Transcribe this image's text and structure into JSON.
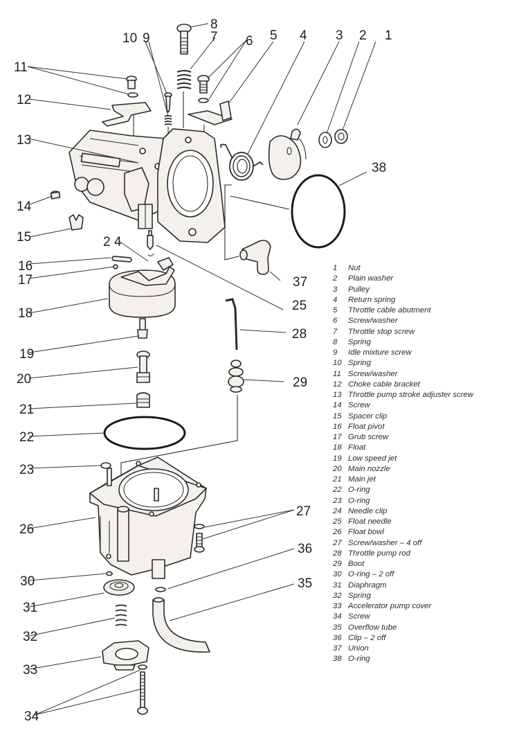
{
  "diagram": {
    "subject": "Carburettor exploded view",
    "colors": {
      "line": "#2a2a2a",
      "part_fill": "#f4f1ec",
      "background": "#ffffff"
    },
    "callouts": [
      {
        "id": "1",
        "text": "1"
      },
      {
        "id": "2",
        "text": "2"
      },
      {
        "id": "3",
        "text": "3"
      },
      {
        "id": "4",
        "text": "4"
      },
      {
        "id": "5",
        "text": "5"
      },
      {
        "id": "6",
        "text": "6"
      },
      {
        "id": "7",
        "text": "7"
      },
      {
        "id": "8",
        "text": "8"
      },
      {
        "id": "9",
        "text": "9"
      },
      {
        "id": "10",
        "text": "10"
      },
      {
        "id": "11",
        "text": "11"
      },
      {
        "id": "12",
        "text": "12"
      },
      {
        "id": "13",
        "text": "13"
      },
      {
        "id": "14",
        "text": "14"
      },
      {
        "id": "15",
        "text": "15"
      },
      {
        "id": "16",
        "text": "16"
      },
      {
        "id": "17",
        "text": "17"
      },
      {
        "id": "18",
        "text": "18"
      },
      {
        "id": "19",
        "text": "19"
      },
      {
        "id": "20",
        "text": "20"
      },
      {
        "id": "21",
        "text": "21"
      },
      {
        "id": "22",
        "text": "22"
      },
      {
        "id": "23",
        "text": "23"
      },
      {
        "id": "24",
        "text": "2 4"
      },
      {
        "id": "25",
        "text": "25"
      },
      {
        "id": "26",
        "text": "26"
      },
      {
        "id": "27",
        "text": "27"
      },
      {
        "id": "28",
        "text": "28"
      },
      {
        "id": "29",
        "text": "29"
      },
      {
        "id": "30",
        "text": "30"
      },
      {
        "id": "31",
        "text": "31"
      },
      {
        "id": "32",
        "text": "32"
      },
      {
        "id": "33",
        "text": "33"
      },
      {
        "id": "34",
        "text": "34"
      },
      {
        "id": "35",
        "text": "35"
      },
      {
        "id": "36",
        "text": "36"
      },
      {
        "id": "37",
        "text": "37"
      },
      {
        "id": "38",
        "text": "38"
      }
    ]
  },
  "legend": [
    {
      "num": "1",
      "label": "Nut"
    },
    {
      "num": "2",
      "label": "Plain washer"
    },
    {
      "num": "3",
      "label": "Pulley"
    },
    {
      "num": "4",
      "label": "Return spring"
    },
    {
      "num": "5",
      "label": "Throttle cable abutment"
    },
    {
      "num": "6",
      "label": "Screw/washer"
    },
    {
      "num": "7",
      "label": "Throttle stop screw"
    },
    {
      "num": "8",
      "label": "Spring"
    },
    {
      "num": "9",
      "label": "Idle mixture screw"
    },
    {
      "num": "10",
      "label": "Spring"
    },
    {
      "num": "11",
      "label": "Screw/washer"
    },
    {
      "num": "12",
      "label": "Choke cable bracket"
    },
    {
      "num": "13",
      "label": "Throttle pump stroke adjuster screw"
    },
    {
      "num": "14",
      "label": "Screw"
    },
    {
      "num": "15",
      "label": "Spacer clip"
    },
    {
      "num": "16",
      "label": "Float pivot"
    },
    {
      "num": "17",
      "label": "Grub screw"
    },
    {
      "num": "18",
      "label": "Float"
    },
    {
      "num": "19",
      "label": "Low speed jet"
    },
    {
      "num": "20",
      "label": "Main nozzle"
    },
    {
      "num": "21",
      "label": "Main jet"
    },
    {
      "num": "22",
      "label": "O-ring"
    },
    {
      "num": "23",
      "label": "O-ring"
    },
    {
      "num": "24",
      "label": "Needle clip"
    },
    {
      "num": "25",
      "label": "Float needle"
    },
    {
      "num": "26",
      "label": "Float bowl"
    },
    {
      "num": "27",
      "label": "Screw/washer – 4 off"
    },
    {
      "num": "28",
      "label": "Throttle pump rod"
    },
    {
      "num": "29",
      "label": "Boot"
    },
    {
      "num": "30",
      "label": "O-ring – 2 off"
    },
    {
      "num": "31",
      "label": "Diaphragm"
    },
    {
      "num": "32",
      "label": "Spring"
    },
    {
      "num": "33",
      "label": "Accelerator pump cover"
    },
    {
      "num": "34",
      "label": "Screw"
    },
    {
      "num": "35",
      "label": "Overflow tube"
    },
    {
      "num": "36",
      "label": "Clip – 2 off"
    },
    {
      "num": "37",
      "label": "Union"
    },
    {
      "num": "38",
      "label": "O-ring"
    }
  ]
}
